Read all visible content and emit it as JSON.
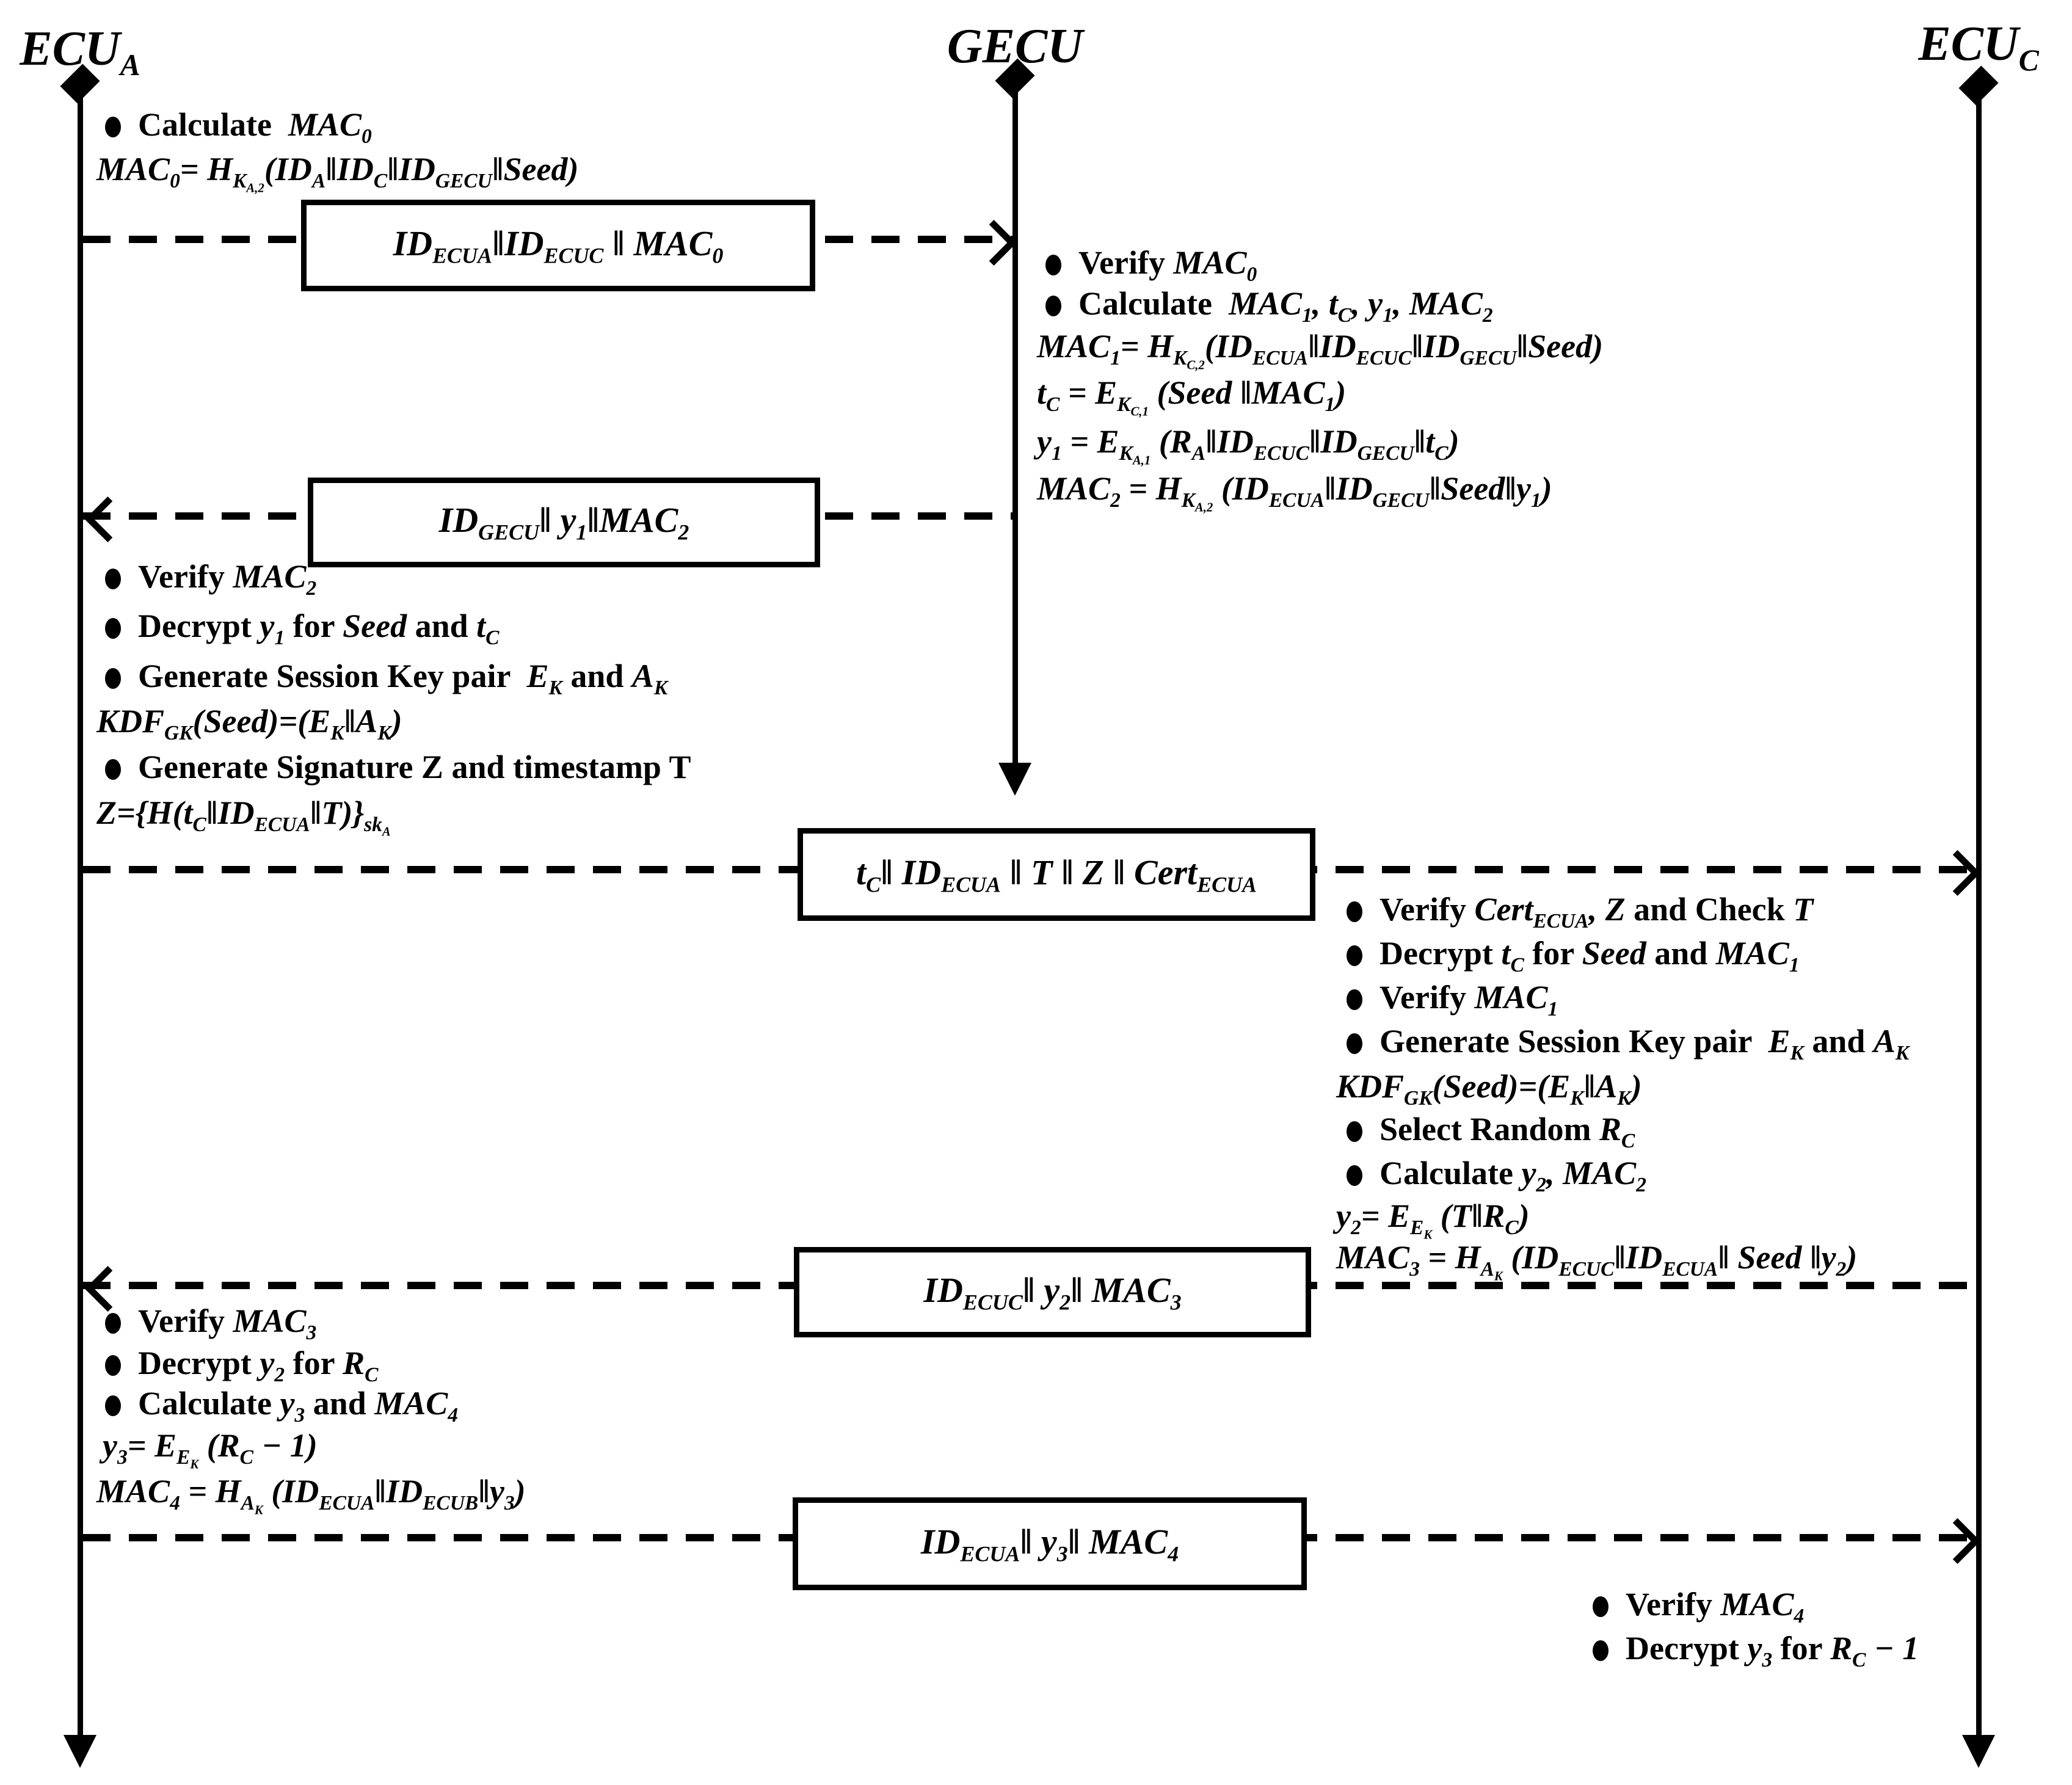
{
  "colors": {
    "ink": "#000000",
    "background": "#ffffff"
  },
  "participants": [
    {
      "name": "ECU_A",
      "label": "*ECU_{A}*"
    },
    {
      "name": "GECU",
      "label": "*GECU*"
    },
    {
      "name": "ECU_C",
      "label": "*ECU_{C}*"
    }
  ],
  "messages": [
    {
      "from": "ECU_A",
      "to": "GECU",
      "label": "*ID_{ECUA}‖ID_{ECUC} ‖ MAC_{0}*"
    },
    {
      "from": "GECU",
      "to": "ECU_A",
      "label": "*ID_{GECU}‖ y_{1}‖MAC_{2}*"
    },
    {
      "from": "ECU_A",
      "to": "ECU_C",
      "label": "*t_{C}‖ ID_{ECUA} ‖ T ‖ Z ‖ Cert_{ECUA}*"
    },
    {
      "from": "ECU_C",
      "to": "ECU_A",
      "label": "*ID_{ECUC}‖ y_{2}‖ MAC_{3}*"
    },
    {
      "from": "ECU_A",
      "to": "ECU_C",
      "label": "*ID_{ECUA}‖ y_{3}‖ MAC_{4}*"
    }
  ],
  "blocks": {
    "ecua_step1": {
      "lines": [
        {
          "bullet": true,
          "text": "Calculate  *MAC_{0}*"
        },
        {
          "bullet": false,
          "text": "*MAC_{0}= H_{K_{A,2}}(ID_{A}‖ID_{C}‖ID_{GECU}‖Seed)*"
        }
      ]
    },
    "gecu_step": {
      "lines": [
        {
          "bullet": true,
          "text": "Verify *MAC_{0}*"
        },
        {
          "bullet": true,
          "text": "Calculate  *MAC_{1}, t_{C}, y_{1}, MAC_{2}*"
        },
        {
          "bullet": false,
          "text": "*MAC_{1}= H_{K_{C,2}}(ID_{ECUA}‖ID_{ECUC}‖ID_{GECU}‖Seed)*"
        },
        {
          "bullet": false,
          "text": "*t_{C} = E_{K_{C,1}} (Seed ‖MAC_{1})*"
        },
        {
          "bullet": false,
          "text": "*y_{1} = E_{K_{A,1}} (R_{A}‖ID_{ECUC}‖ID_{GECU}‖t_{C})*"
        },
        {
          "bullet": false,
          "text": "*MAC_{2} = H_{K_{A,2}} (ID_{ECUA}‖ID_{GECU}‖Seed‖y_{1})*"
        }
      ]
    },
    "ecua_step2": {
      "lines": [
        {
          "bullet": true,
          "text": "Verify *MAC_{2}*"
        },
        {
          "bullet": true,
          "text": "Decrypt *y_{1}* for *Seed* and *t_{C}*"
        },
        {
          "bullet": true,
          "text": "Generate Session Key pair  *E_{K}* and *A_{K}*"
        },
        {
          "bullet": false,
          "text": "*KDF_{GK}(Seed)=(E_{K}‖A_{K})*"
        },
        {
          "bullet": true,
          "text": "Generate Signature Z and timestamp T"
        },
        {
          "bullet": false,
          "text": "*Z=\\{H(t_{C}‖ID_{ECUA}‖T)\\}_{sk_{A}}*"
        }
      ]
    },
    "ecuc_step1": {
      "lines": [
        {
          "bullet": true,
          "text": "Verify *Cert_{ECUA}, Z* and Check *T*"
        },
        {
          "bullet": true,
          "text": "Decrypt *t_{C}* for *Seed* and *MAC_{1}*"
        },
        {
          "bullet": true,
          "text": "Verify *MAC_{1}*"
        },
        {
          "bullet": true,
          "text": "Generate Session Key pair  *E_{K}* and *A_{K}*"
        },
        {
          "bullet": false,
          "text": "*KDF_{GK}(Seed)=(E_{K}‖A_{K})*"
        },
        {
          "bullet": true,
          "text": "Select Random *R_{C}*"
        },
        {
          "bullet": true,
          "text": "Calculate *y_{2}, MAC_{2}*"
        },
        {
          "bullet": false,
          "text": "*y_{2}= E_{E_{K}} (T‖R_{C})*"
        },
        {
          "bullet": false,
          "text": "*MAC_{3} = H_{A_{K}} (ID_{ECUC}‖ID_{ECUA}‖ Seed ‖y_{2})*"
        }
      ]
    },
    "ecua_step3": {
      "lines": [
        {
          "bullet": true,
          "text": "Verify *MAC_{3}*"
        },
        {
          "bullet": true,
          "text": "Decrypt *y_{2}* for *R_{C}*"
        },
        {
          "bullet": true,
          "text": "Calculate *y_{3}* and *MAC_{4}*"
        },
        {
          "bullet": false,
          "text": "*y_{3}= E_{E_{K}} (R_{C} − 1)*"
        },
        {
          "bullet": false,
          "text": "*MAC_{4} = H_{A_{K}} (ID_{ECUA}‖ID_{ECUB}‖y_{3})*"
        }
      ]
    },
    "ecuc_step2": {
      "lines": [
        {
          "bullet": true,
          "text": "Verify *MAC_{4}*"
        },
        {
          "bullet": true,
          "text": "Decrypt *y_{3}* for *R_{C} − 1*"
        }
      ]
    }
  }
}
